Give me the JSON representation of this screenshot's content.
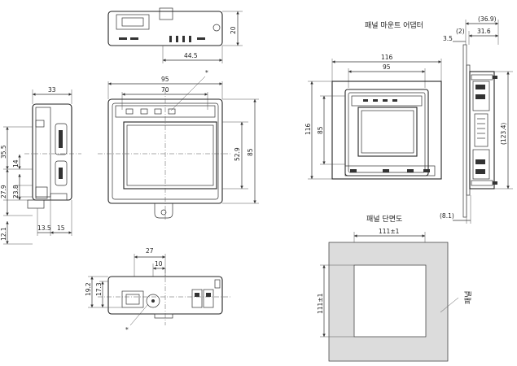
{
  "titles": {
    "panel_mount_adapter": "패널 마운트 어댑터",
    "panel_cutout": "패널 단면도",
    "panel": "패널"
  },
  "top_view": {
    "dim_20": "20",
    "dim_44_5": "44.5"
  },
  "front_view": {
    "dim_95": "95",
    "dim_70": "70",
    "dim_85": "85",
    "dim_52_9": "52.9",
    "note_star": "*"
  },
  "side_view": {
    "dim_33": "33",
    "dim_35_5": "35.5",
    "dim_14": "14",
    "dim_27_9": "27.9",
    "dim_23_8": "23.8",
    "dim_12_1": "12.1",
    "dim_13_5": "13.5",
    "dim_15": "15"
  },
  "bottom_view": {
    "dim_27": "27",
    "dim_10": "10",
    "dim_19_2": "19.2",
    "dim_17_3": "17.3",
    "note_star": "*"
  },
  "adapter_front": {
    "dim_116_h": "116",
    "dim_95": "95",
    "dim_116_v": "116",
    "dim_85": "85"
  },
  "adapter_side": {
    "dim_36_9": "(36.9)",
    "dim_2": "(2)",
    "dim_31_6": "31.6",
    "dim_3_5": "3.5",
    "dim_123_4": "(123.4)",
    "dim_8_1": "(8.1)"
  },
  "cutout": {
    "dim_w": "111±1",
    "dim_h": "111±1"
  }
}
